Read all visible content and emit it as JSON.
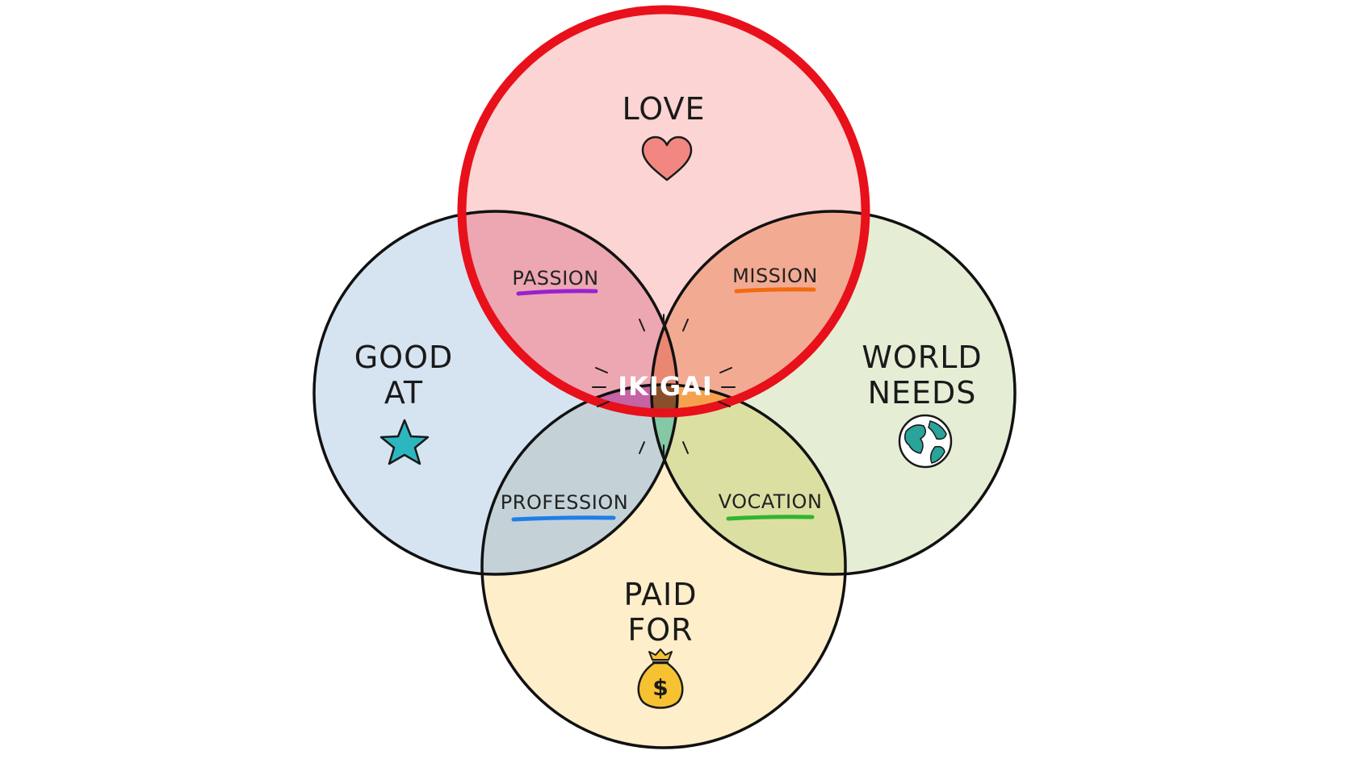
{
  "circles": {
    "love": {
      "label": "LOVE",
      "icon": "heart-icon",
      "fill": "#f7a9a8"
    },
    "good_at": {
      "label_line1": "GOOD",
      "label_line2": "AT",
      "icon": "star-icon",
      "fill": "#b5cde8"
    },
    "world_needs": {
      "label_line1": "WORLD",
      "label_line2": "NEEDS",
      "icon": "globe-icon",
      "fill": "#cfe0b3"
    },
    "paid_for": {
      "label_line1": "PAID",
      "label_line2": "FOR",
      "icon": "money-bag-icon",
      "fill": "#fde3a6"
    }
  },
  "zones": {
    "passion": {
      "label": "PASSION",
      "underline": "#9b1fd1"
    },
    "mission": {
      "label": "MISSION",
      "underline": "#f26a12"
    },
    "profession": {
      "label": "PROFESSION",
      "underline": "#1f7ee8"
    },
    "vocation": {
      "label": "VOCATION",
      "underline": "#2fb52f"
    }
  },
  "center": {
    "label": "IKIGAI",
    "fill": "#8a4f2a"
  },
  "highlight": {
    "color": "#e8101a"
  },
  "money_symbol": "$"
}
